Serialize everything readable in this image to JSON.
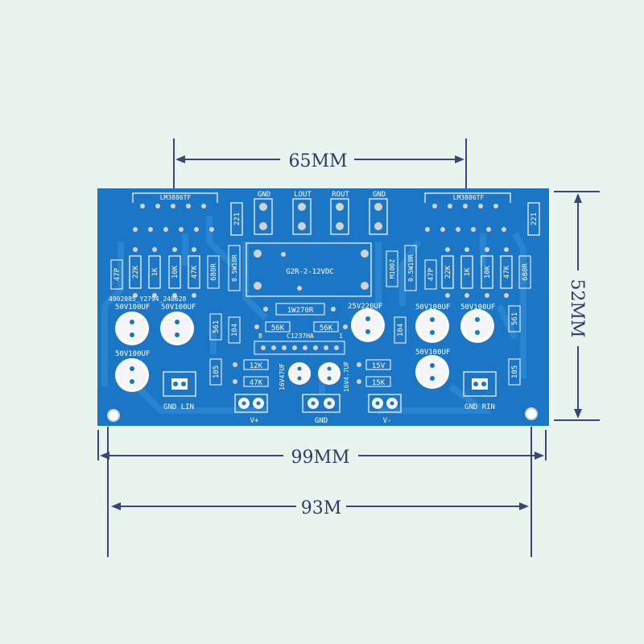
{
  "dimensions": {
    "top_width": "65MM",
    "right_height": "52MM",
    "board_width": "99MM",
    "hole_spacing": "93M"
  },
  "board": {
    "colors": {
      "pcb": "#1c76c6",
      "pcb_dark": "#1666b2",
      "trace": "#2a86d4",
      "silk": "#ffffff",
      "pad": "#cfd3d6"
    },
    "ic_left": "LM3886TF",
    "ic_right": "LM3886TF",
    "header_labels": [
      "GND",
      "LOUT",
      "ROUT",
      "GND"
    ],
    "relay": "G2R-2-12VDC",
    "part_code": "490208S_Y2794_240628",
    "left_resistors": [
      "22K",
      "1K",
      "10K",
      "47K"
    ],
    "right_resistors": [
      "22K",
      "1K",
      "10K",
      "47K"
    ],
    "left_caps": [
      "50V100UF",
      "50V100UF",
      "50V100UF"
    ],
    "right_caps": [
      "50V100UF",
      "50V100UF",
      "50V100UF"
    ],
    "cap_470": "47P",
    "res_680": "680R",
    "res_221": "221",
    "res_05w": "0.5W10R",
    "res_1w270": "1W270R",
    "res_56k": "56K",
    "big_cap": "25V220UF",
    "ic_c1237": "C1237HA",
    "pin8": "8",
    "pin1": "1",
    "res_12k": "12K",
    "res_47k": "47K",
    "res_15v": "15V",
    "res_15k": "15K",
    "cap_16v_left": "16V47UF",
    "cap_16v_right": "16V4.7UF",
    "c104": "104",
    "c105": "105",
    "r561": "561",
    "m100z": "M100Z",
    "gnd_lin": "GND LIN",
    "gnd_rin": "GND RIN",
    "power": [
      "V+",
      "GND",
      "V-"
    ]
  }
}
